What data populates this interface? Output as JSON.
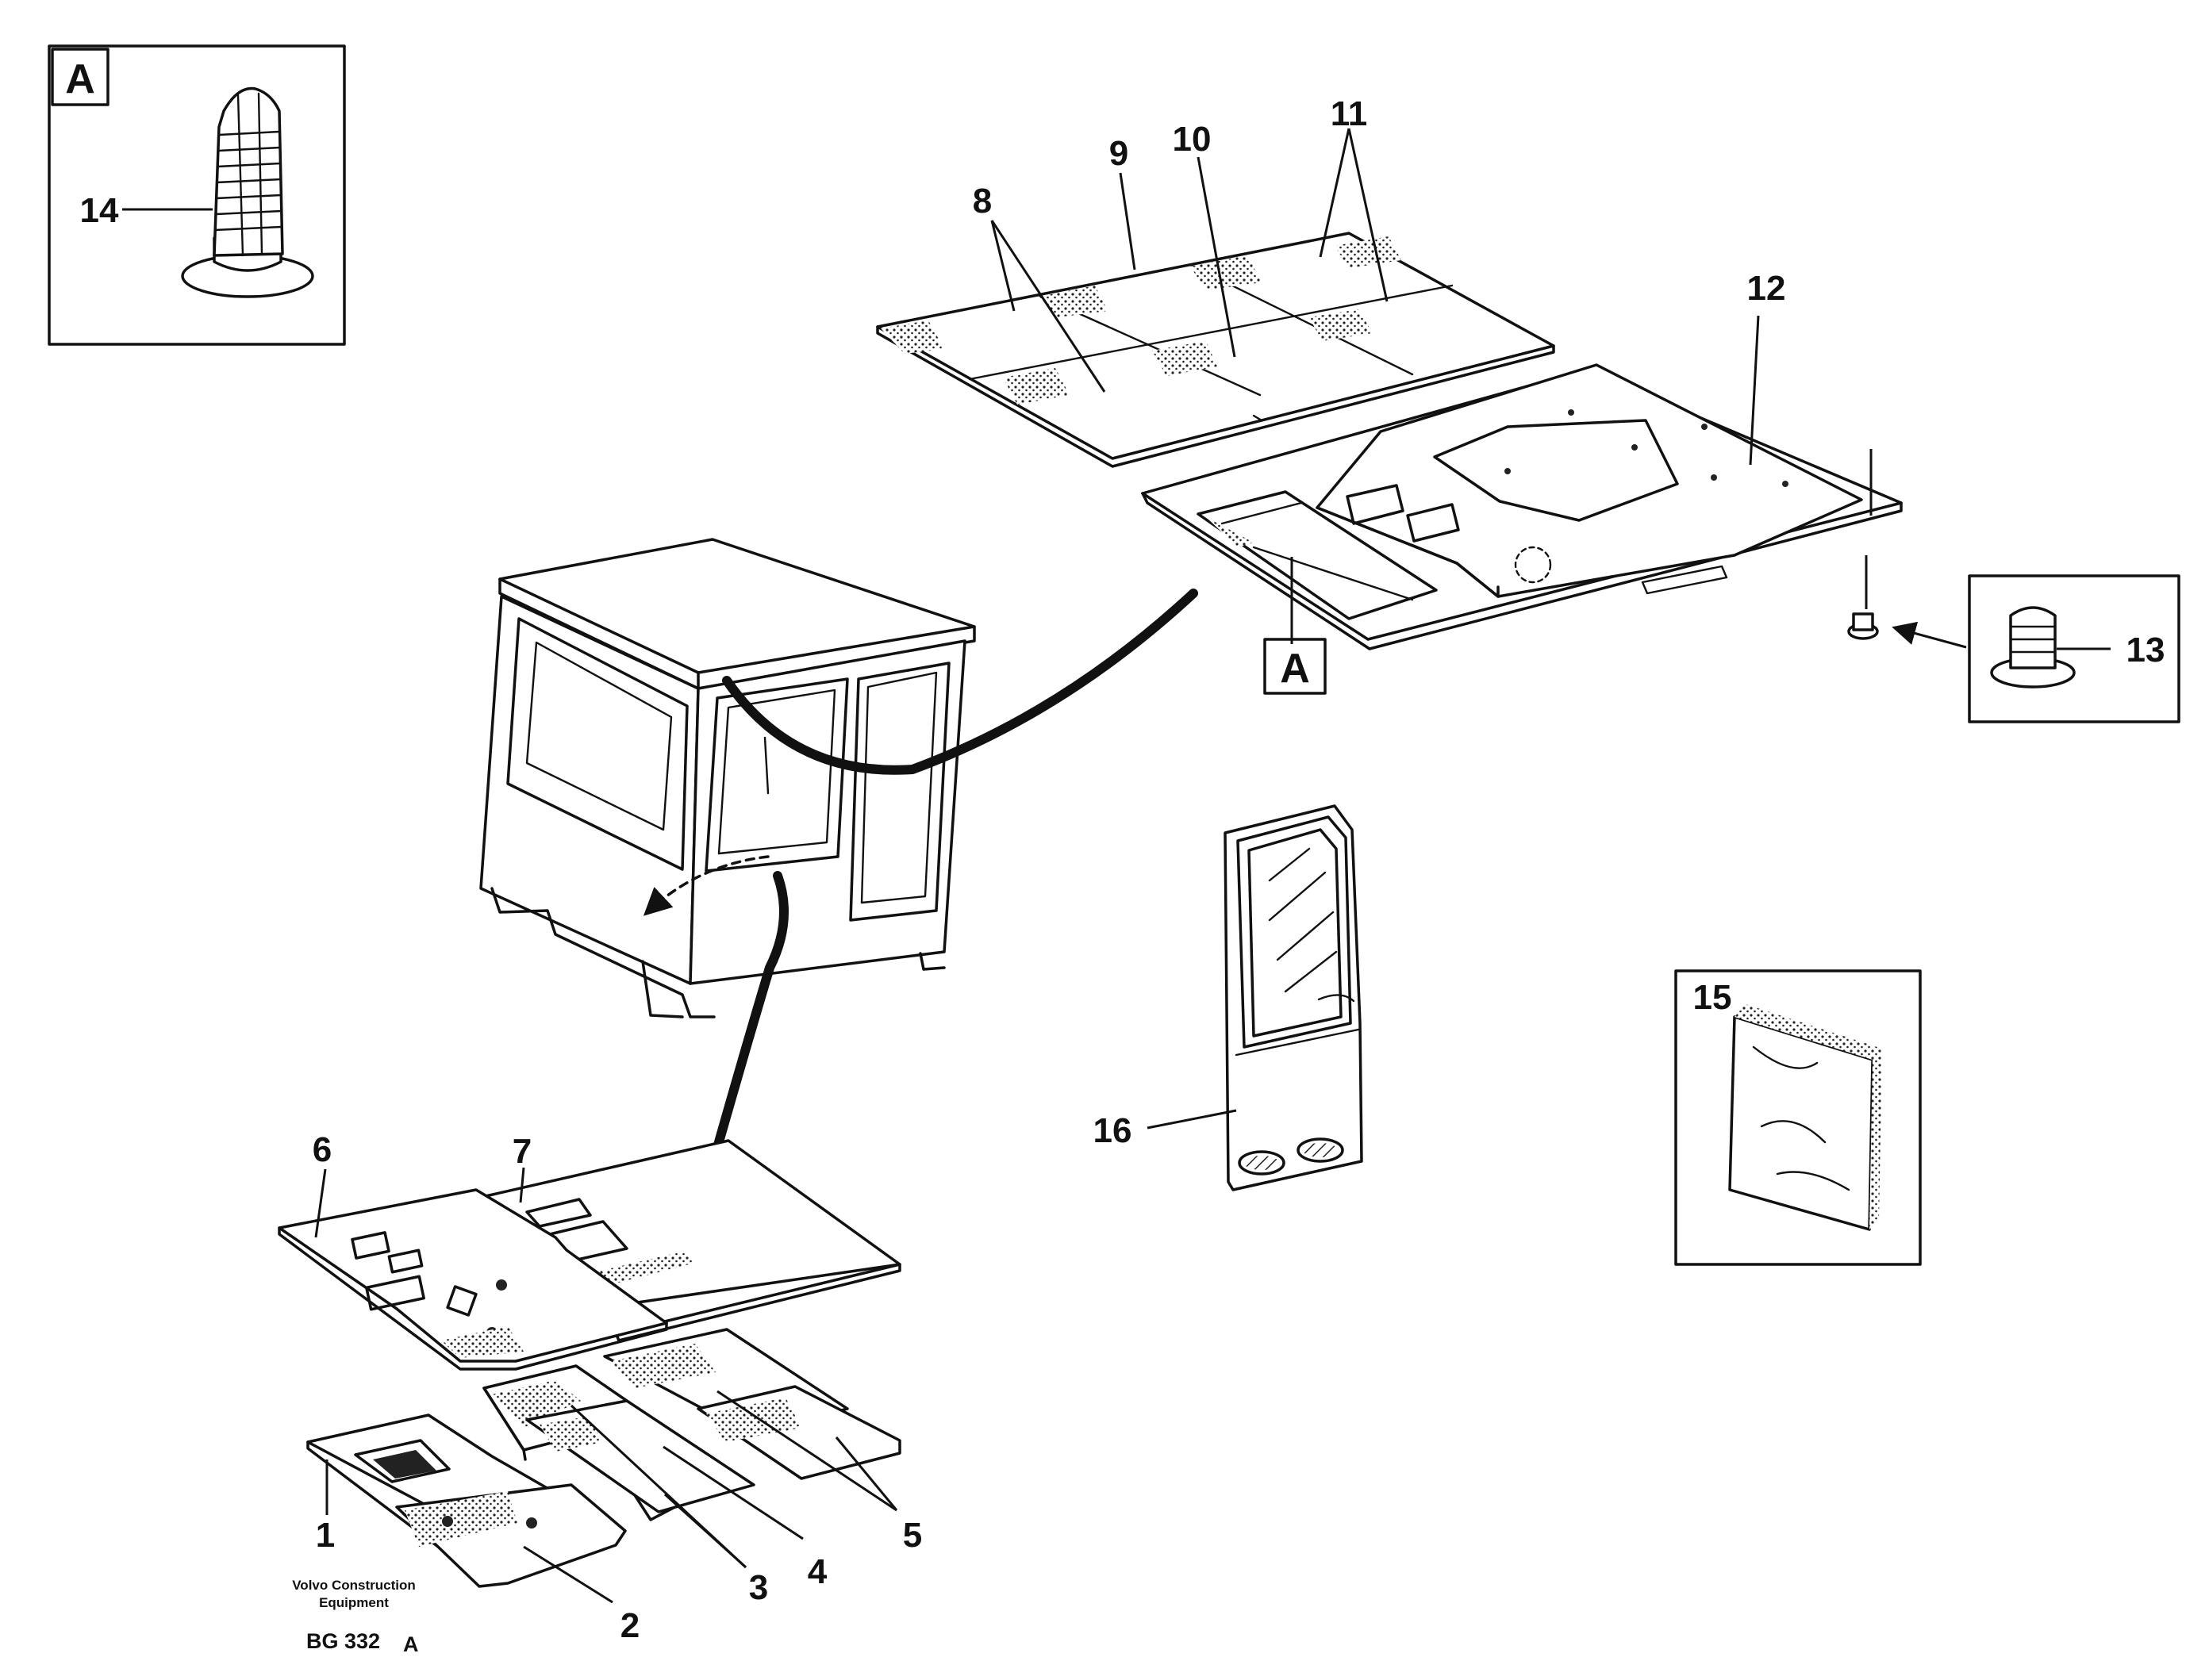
{
  "detail_a": {
    "letter": "A",
    "callout_letter": "A"
  },
  "callouts": {
    "c1": "1",
    "c2": "2",
    "c3": "3",
    "c4": "4",
    "c5": "5",
    "c6": "6",
    "c7": "7",
    "c8": "8",
    "c9": "9",
    "c10": "10",
    "c11": "11",
    "c12": "12",
    "c13": "13",
    "c14": "14",
    "c15": "15",
    "c16": "16"
  },
  "footer": {
    "company_line1": "Volvo Construction",
    "company_line2": "Equipment",
    "drawing_code": "BG 332",
    "revision": "A"
  }
}
